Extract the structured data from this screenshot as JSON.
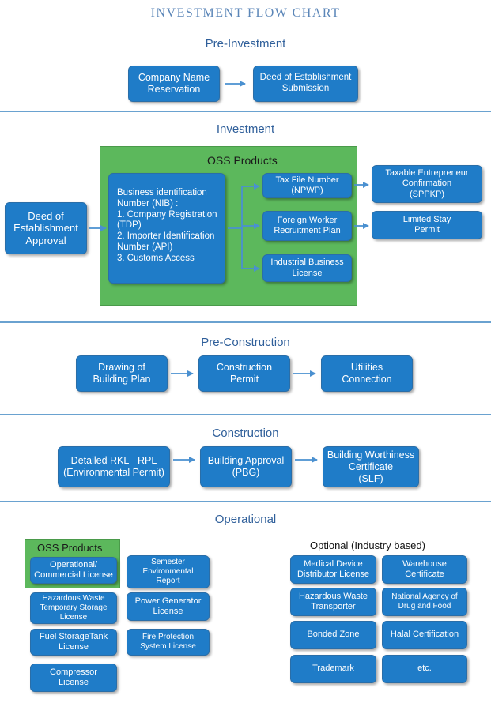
{
  "title": "INVESTMENT FLOW CHART",
  "sections": {
    "pre_investment": "Pre-Investment",
    "investment": "Investment",
    "pre_construction": "Pre-Construction",
    "construction": "Construction",
    "operational": "Operational"
  },
  "pre_investment": {
    "company_name": "Company Name\nReservation",
    "deed_submission": "Deed of Establishment\nSubmission"
  },
  "investment": {
    "oss_title": "OSS Products",
    "deed_approval": "Deed of\nEstablishment\nApproval",
    "nib": "Business identification\nNumber (NIB)  :\n1. Company Registration\n    (TDP)\n2. Importer Identification\n    Number (API)\n3. Customs Access",
    "npwp": "Tax File Number\n(NPWP)",
    "foreign_worker": "Foreign Worker\nRecruitment Plan",
    "industrial": "Industrial Business\nLicense",
    "sppkp": "Taxable Entrepreneur\nConfirmation\n(SPPKP)",
    "limited_stay": "Limited Stay\nPermit"
  },
  "pre_construction": {
    "drawing": "Drawing of\nBuilding Plan",
    "permit": "Construction\nPermit",
    "utilities": "Utilities\nConnection"
  },
  "construction": {
    "rkl": "Detailed RKL - RPL\n(Environmental Permit)",
    "pbg": "Building Approval\n(PBG)",
    "slf": "Building Worthiness\nCertificate\n(SLF)"
  },
  "operational": {
    "oss_title": "OSS Products",
    "commercial": "Operational/\nCommercial License",
    "semester": "Semester\nEnvironmental\nReport",
    "hazardous_storage": "Hazardous Waste\nTemporary Storage\nLicense",
    "power_generator": "Power Generator\nLicense",
    "fuel_tank": "Fuel StorageTank\nLicense",
    "fire_protection": "Fire Protection\nSystem License",
    "compressor": "Compressor\nLicense",
    "optional_title": "Optional (Industry based)",
    "medical_device": "Medical Device\nDistributor License",
    "warehouse": "Warehouse\nCertificate",
    "hazardous_transporter": "Hazardous Waste\nTransporter",
    "drug_food": "National Agency of\nDrug and Food",
    "bonded_zone": "Bonded Zone",
    "halal": "Halal Certification",
    "trademark": "Trademark",
    "etc": "etc."
  },
  "colors": {
    "box": "#1f7cc8",
    "oss_green": "#5cb85c",
    "divider": "#6aa2d0",
    "arrow": "#4a90d0"
  }
}
